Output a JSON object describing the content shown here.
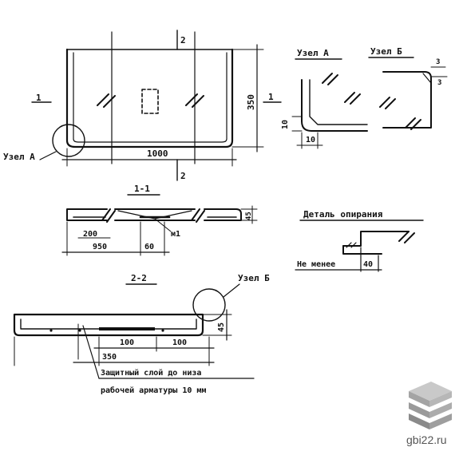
{
  "colors": {
    "ink": "#111111",
    "paper": "#ffffff",
    "logo_top": "#c9c9c9",
    "logo_mid": "#a4a4a4",
    "logo_low": "#8a8a8a",
    "watermark": "#555555"
  },
  "plan": {
    "section_mark_top": "2",
    "section_mark_bottom": "2",
    "section_mark_left": "1",
    "section_mark_right": "1",
    "width_dim": "1000",
    "height_dim": "350",
    "node_callout": "Узел А"
  },
  "node_a": {
    "title": "Узел А",
    "dim_vertical": "10",
    "dim_horizontal": "10"
  },
  "node_b": {
    "title": "Узел Б",
    "dim_small": "3",
    "dim_small2": "3"
  },
  "section_1_1": {
    "title": "1-1",
    "left_value": "200",
    "dim_main": "950",
    "dim_gap": "60",
    "mark": "м1",
    "height_dim": "45"
  },
  "support_detail": {
    "title": "Деталь опирания",
    "note": "Не менее",
    "dim": "40"
  },
  "section_2_2": {
    "title": "2-2",
    "node_callout": "Узел Б",
    "height_dim": "45",
    "dim_a": "100",
    "dim_b": "100",
    "dim_c": "350",
    "note_line1": "Защитный слой до низа",
    "note_line2": "рабочей арматуры 10 мм"
  },
  "watermark": {
    "text": "gbi22.ru",
    "logo": "stacked-slabs-icon"
  }
}
